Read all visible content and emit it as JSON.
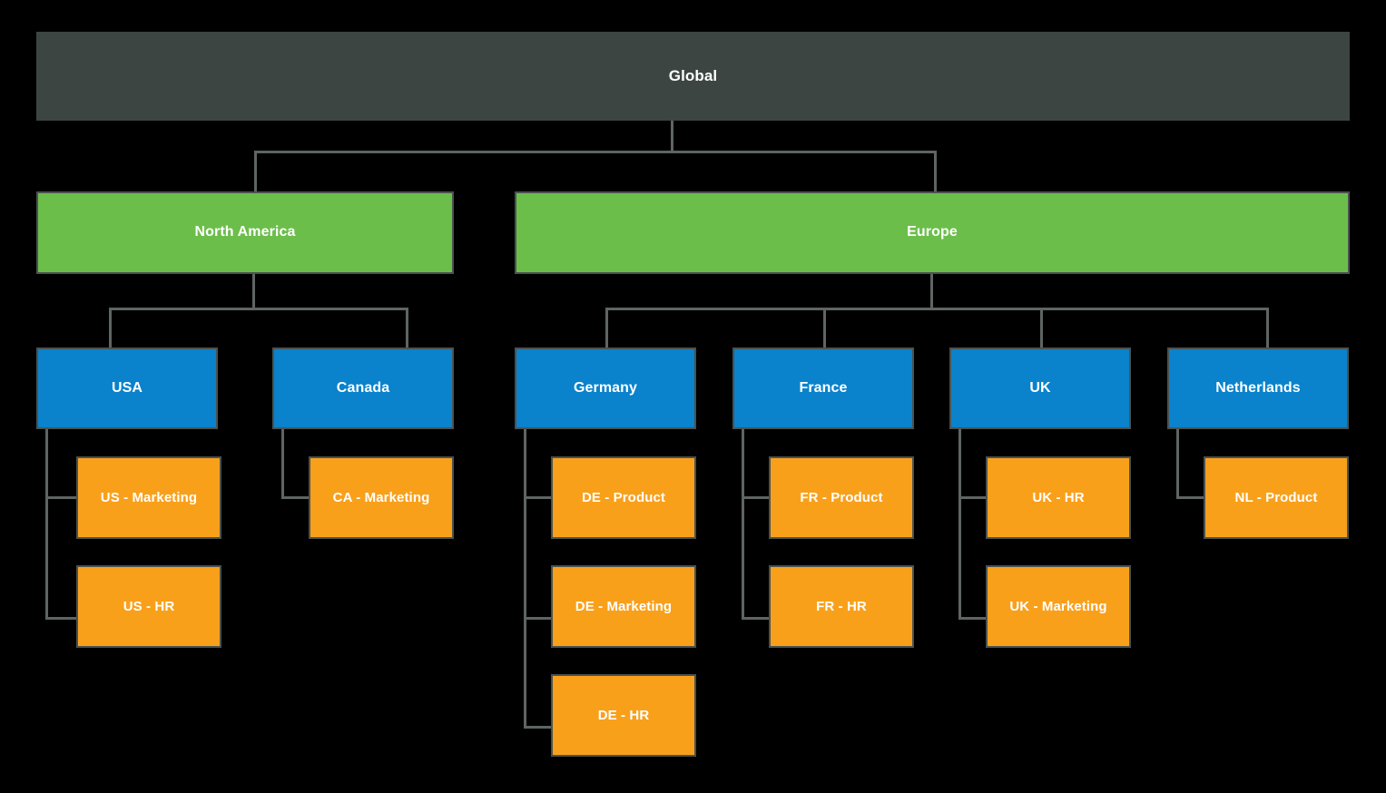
{
  "chart_data": {
    "type": "diagram",
    "diagram_type": "organizational-hierarchy-tree",
    "title": "Global organizational hierarchy",
    "orientation": "top-down",
    "levels": [
      "root",
      "region",
      "country",
      "team"
    ],
    "colors": {
      "root": "#3D4543",
      "region": "#6CBE4B",
      "country": "#0A82CC",
      "team": "#F9A01B",
      "connector": "#5E6563",
      "border": "#4A5250",
      "background": "#000000",
      "label": "#FFFFFF"
    },
    "node_counts": {
      "root": 1,
      "region": 2,
      "country": 6,
      "team": 11,
      "total": 20
    },
    "edges": [
      {
        "from": "Global",
        "to": "North America"
      },
      {
        "from": "Global",
        "to": "Europe"
      },
      {
        "from": "North America",
        "to": "USA"
      },
      {
        "from": "North America",
        "to": "Canada"
      },
      {
        "from": "Europe",
        "to": "Germany"
      },
      {
        "from": "Europe",
        "to": "France"
      },
      {
        "from": "Europe",
        "to": "UK"
      },
      {
        "from": "Europe",
        "to": "Netherlands"
      },
      {
        "from": "USA",
        "to": "US - Marketing"
      },
      {
        "from": "USA",
        "to": "US - HR"
      },
      {
        "from": "Canada",
        "to": "CA - Marketing"
      },
      {
        "from": "Germany",
        "to": "DE - Product"
      },
      {
        "from": "Germany",
        "to": "DE - Marketing"
      },
      {
        "from": "Germany",
        "to": "DE - HR"
      },
      {
        "from": "France",
        "to": "FR - Product"
      },
      {
        "from": "France",
        "to": "FR - HR"
      },
      {
        "from": "UK",
        "to": "UK - HR"
      },
      {
        "from": "UK",
        "to": "UK - Marketing"
      },
      {
        "from": "Netherlands",
        "to": "NL - Product"
      }
    ]
  },
  "nodes": {
    "root": {
      "label": "Global"
    },
    "regions": [
      {
        "label": "North America"
      },
      {
        "label": "Europe"
      }
    ],
    "countries": [
      {
        "label": "USA"
      },
      {
        "label": "Canada"
      },
      {
        "label": "Germany"
      },
      {
        "label": "France"
      },
      {
        "label": "UK"
      },
      {
        "label": "Netherlands"
      }
    ],
    "teams": [
      {
        "label": "US - Marketing"
      },
      {
        "label": "US - HR"
      },
      {
        "label": "CA - Marketing"
      },
      {
        "label": "DE - Product"
      },
      {
        "label": "DE - Marketing"
      },
      {
        "label": "DE - HR"
      },
      {
        "label": "FR - Product"
      },
      {
        "label": "FR - HR"
      },
      {
        "label": "UK - HR"
      },
      {
        "label": "UK - Marketing"
      },
      {
        "label": "NL - Product"
      }
    ]
  }
}
